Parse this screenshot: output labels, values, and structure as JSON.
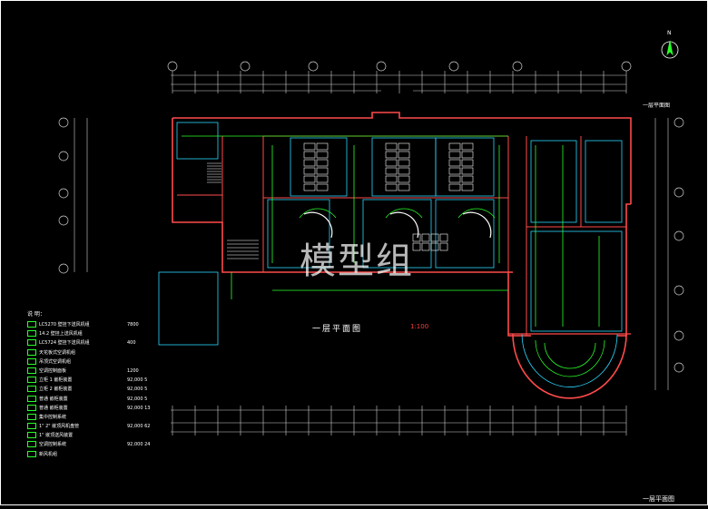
{
  "drawing": {
    "title": "一层平面图",
    "scale": "1:100",
    "corner_title": "一层平面图",
    "side_title": "一层平面图",
    "watermark": "模型组",
    "north_label": "N"
  },
  "legend": {
    "heading": "说 明：",
    "items": [
      {
        "text": "LC5270  壁挂下送风机组",
        "value": "7800"
      },
      {
        "text": "14.2  壁挂上送风机组",
        "value": ""
      },
      {
        "text": "LC5724  壁挂下送风机组",
        "value": "400"
      },
      {
        "text": "天花板式空调机组",
        "value": ""
      },
      {
        "text": "吊顶式空调机组",
        "value": ""
      },
      {
        "text": "空调控制面板",
        "value": "1200"
      },
      {
        "text": "立柜  1 嵌柜装置",
        "value": "92,000  5"
      },
      {
        "text": "立柜  2 嵌柜装置",
        "value": "92,000  5"
      },
      {
        "text": "普通  嵌柜装置",
        "value": "92,000  5"
      },
      {
        "text": "普通  嵌柜装置",
        "value": "92,000  13"
      },
      {
        "text": "集中控制系统",
        "value": ""
      },
      {
        "text": "1\" 2\" 嵌顶风机盘管",
        "value": "92,000  62"
      },
      {
        "text": "1\" 嵌顶送风装置",
        "value": ""
      },
      {
        "text": "空调控制系统",
        "value": "92,000  24"
      },
      {
        "text": "新风机组",
        "value": ""
      }
    ]
  },
  "colors": {
    "wall": "#ff4a4a",
    "fixture": "#2aff2a",
    "room": "#2ad6ff",
    "line": "#ffffff",
    "dimension": "#cfcfcf"
  }
}
